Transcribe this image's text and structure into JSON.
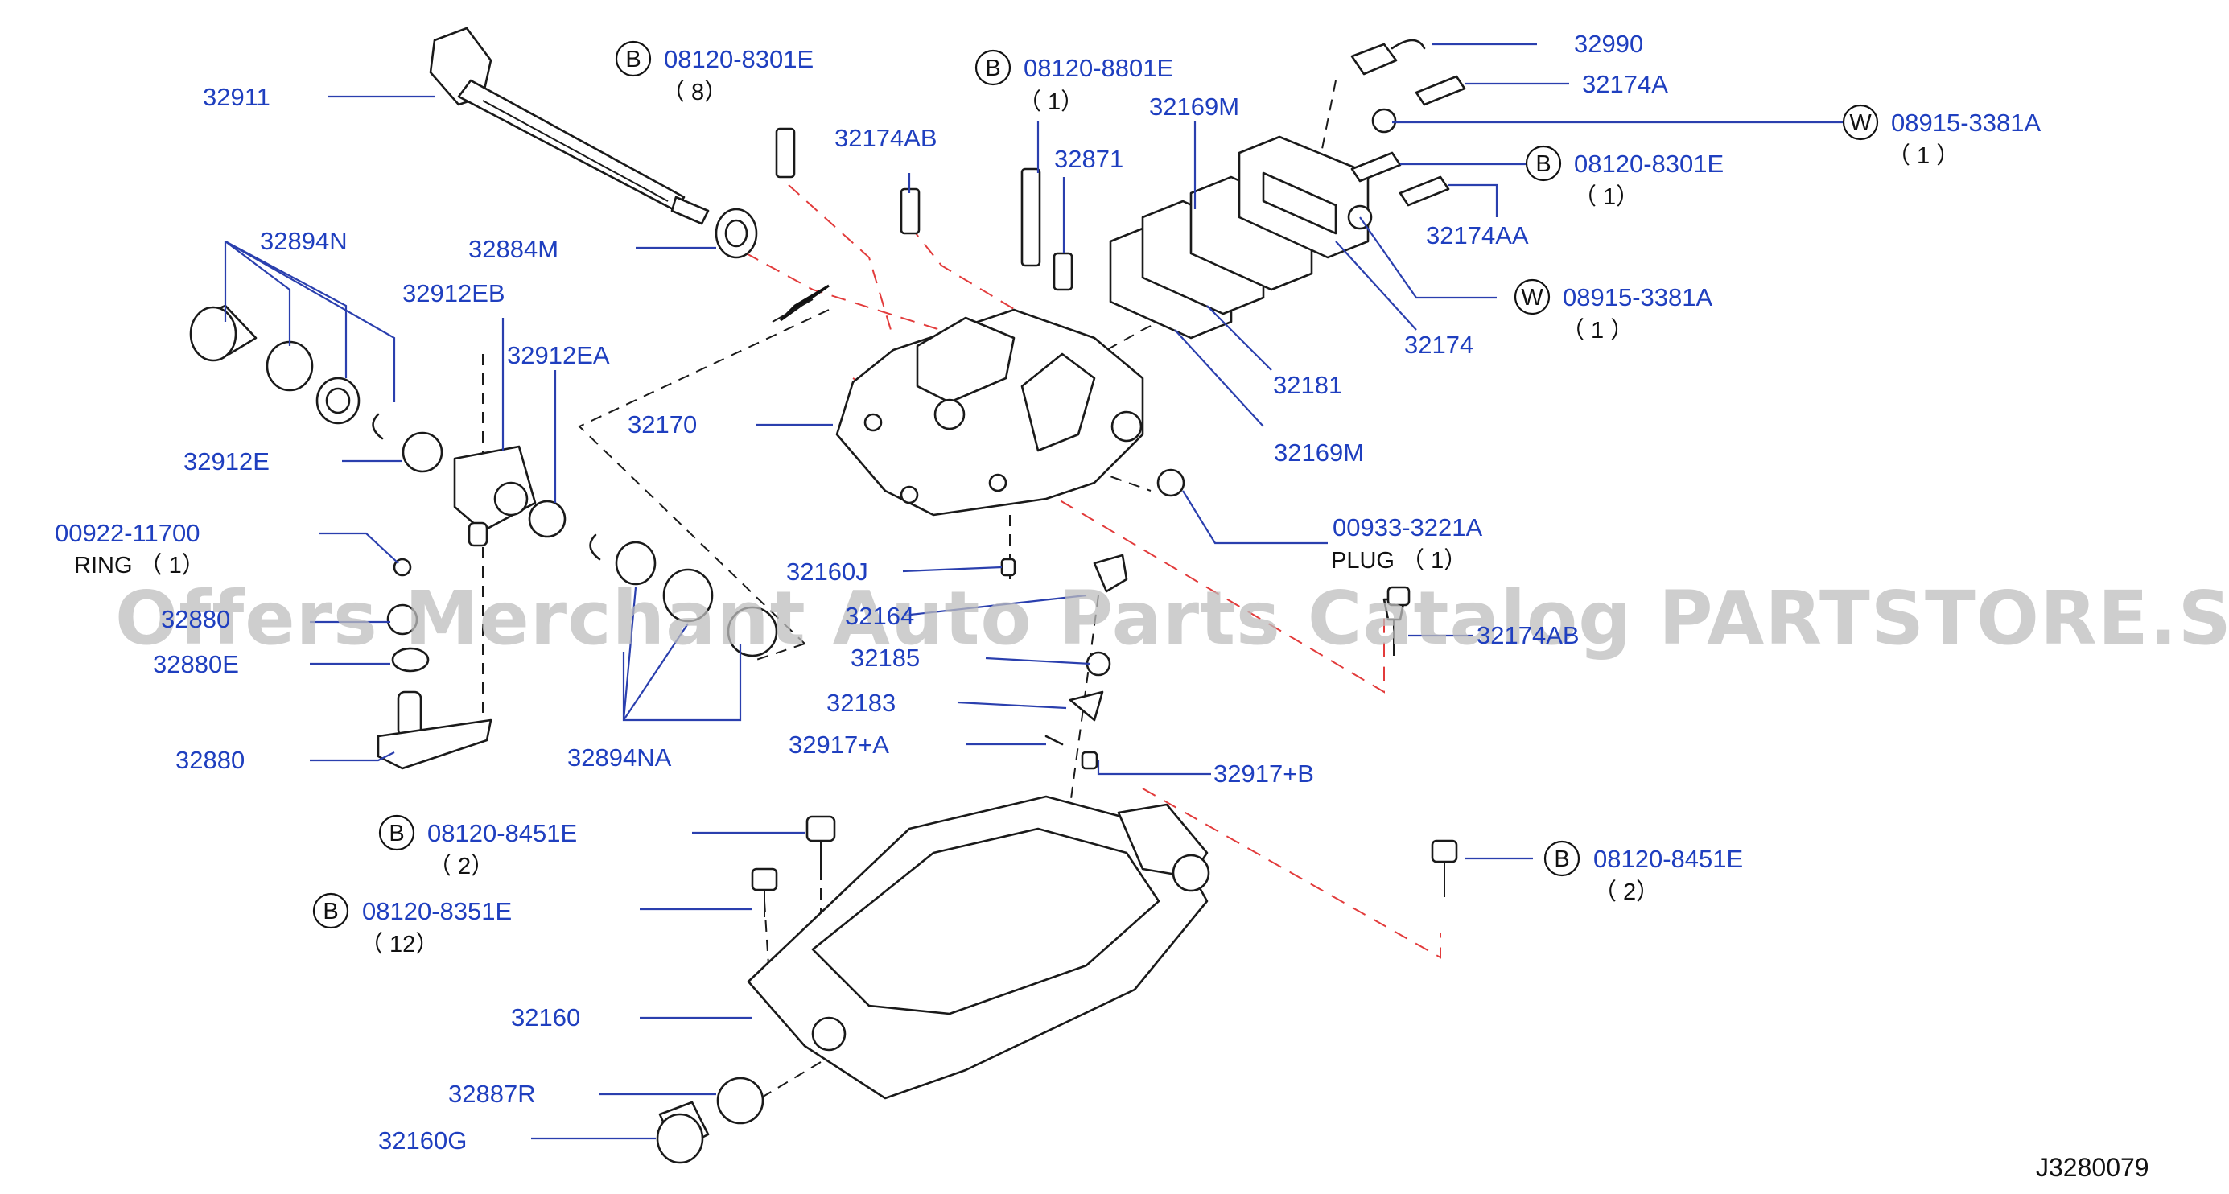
{
  "watermark": "Offers Merchant Auto Parts Catalog PARTSTORE.SA",
  "diagram_code": "J3280079",
  "labels": [
    {
      "id": "32911",
      "text": "32911"
    },
    {
      "id": "32894N",
      "text": "32894N"
    },
    {
      "id": "32884M",
      "text": "32884M"
    },
    {
      "id": "32912EB",
      "text": "32912EB"
    },
    {
      "id": "32912EA",
      "text": "32912EA"
    },
    {
      "id": "32912E",
      "text": "32912E"
    },
    {
      "id": "00922-11700",
      "text": "00922-11700"
    },
    {
      "id": "ring",
      "text": "RING （ 1）"
    },
    {
      "id": "32880",
      "text": "32880"
    },
    {
      "id": "32880E",
      "text": "32880E"
    },
    {
      "id": "32880-partial",
      "text": "32880"
    },
    {
      "id": "32894NA",
      "text": "32894NA"
    },
    {
      "id": "32160J",
      "text": "32160J"
    },
    {
      "id": "32164",
      "text": "32164"
    },
    {
      "id": "32185",
      "text": "32185"
    },
    {
      "id": "32183",
      "text": "32183"
    },
    {
      "id": "32917A",
      "text": "32917+A"
    },
    {
      "id": "32917B",
      "text": "32917+B"
    },
    {
      "id": "32170",
      "text": "32170"
    },
    {
      "id": "32174AB",
      "text": "32174AB"
    },
    {
      "id": "32871",
      "text": "32871"
    },
    {
      "id": "32169M-top",
      "text": "32169M"
    },
    {
      "id": "32990",
      "text": "32990"
    },
    {
      "id": "32174A",
      "text": "32174A"
    },
    {
      "id": "32174AA",
      "text": "32174AA"
    },
    {
      "id": "32174",
      "text": "32174"
    },
    {
      "id": "32181",
      "text": "32181"
    },
    {
      "id": "32169M-bottom",
      "text": "32169M"
    },
    {
      "id": "00933-3221A",
      "text": "00933-3221A"
    },
    {
      "id": "plug",
      "text": "PLUG （ 1）"
    },
    {
      "id": "32174AB-right",
      "text": "32174AB"
    },
    {
      "id": "32160",
      "text": "32160"
    },
    {
      "id": "32887R",
      "text": "32887R"
    },
    {
      "id": "32160G",
      "text": "32160G"
    }
  ],
  "callouts": [
    {
      "id": "b-08120-8301E-top",
      "prefix": "B",
      "part": "08120-8301E",
      "qty": "（ 8）"
    },
    {
      "id": "b-08120-8801E",
      "prefix": "B",
      "part": "08120-8801E",
      "qty": "（ 1）"
    },
    {
      "id": "w-08915-3381A-top",
      "prefix": "W",
      "part": "08915-3381A",
      "qty": "（ 1 ）"
    },
    {
      "id": "b-08120-8301E-right",
      "prefix": "B",
      "part": "08120-8301E",
      "qty": "（ 1）"
    },
    {
      "id": "w-08915-3381A-mid",
      "prefix": "W",
      "part": "08915-3381A",
      "qty": "（ 1 ）"
    },
    {
      "id": "b-08120-8451E-left",
      "prefix": "B",
      "part": "08120-8451E",
      "qty": "（ 2）"
    },
    {
      "id": "b-08120-8351E",
      "prefix": "B",
      "part": "08120-8351E",
      "qty": "（ 12）"
    },
    {
      "id": "b-08120-8451E-right",
      "prefix": "B",
      "part": "08120-8451E",
      "qty": "（ 2）"
    }
  ]
}
